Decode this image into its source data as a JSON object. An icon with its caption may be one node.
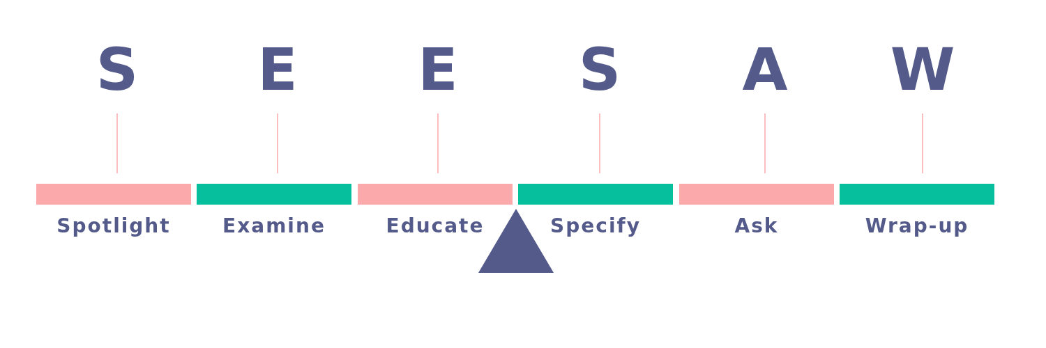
{
  "diagram": {
    "nodes": [
      {
        "text": [
          "S"
        ]
      },
      {
        "text": [
          "E"
        ]
      },
      {
        "text": [
          "E"
        ]
      },
      {
        "text": [
          "S"
        ]
      },
      {
        "text": [
          "A"
        ]
      },
      {
        "text": [
          "W"
        ]
      },
      {
        "text": [
          "Spotlight"
        ]
      },
      {
        "text": [
          "Examine"
        ]
      },
      {
        "text": [
          "Educate"
        ]
      },
      {
        "text": [
          "Specify"
        ]
      },
      {
        "text": [
          "Ask"
        ]
      },
      {
        "text": [
          "Wrap-up"
        ]
      },
      {
        "text": [],
        "shape": "triangle"
      }
    ],
    "edges": [
      {
        "from": 0,
        "to": 6,
        "arrow": "none"
      },
      {
        "from": 1,
        "to": 7,
        "arrow": "none"
      },
      {
        "from": 2,
        "to": 8,
        "arrow": "none"
      },
      {
        "from": 3,
        "to": 9,
        "arrow": "none"
      },
      {
        "from": 4,
        "to": 10,
        "arrow": "none"
      },
      {
        "from": 5,
        "to": 11,
        "arrow": "none"
      }
    ]
  }
}
